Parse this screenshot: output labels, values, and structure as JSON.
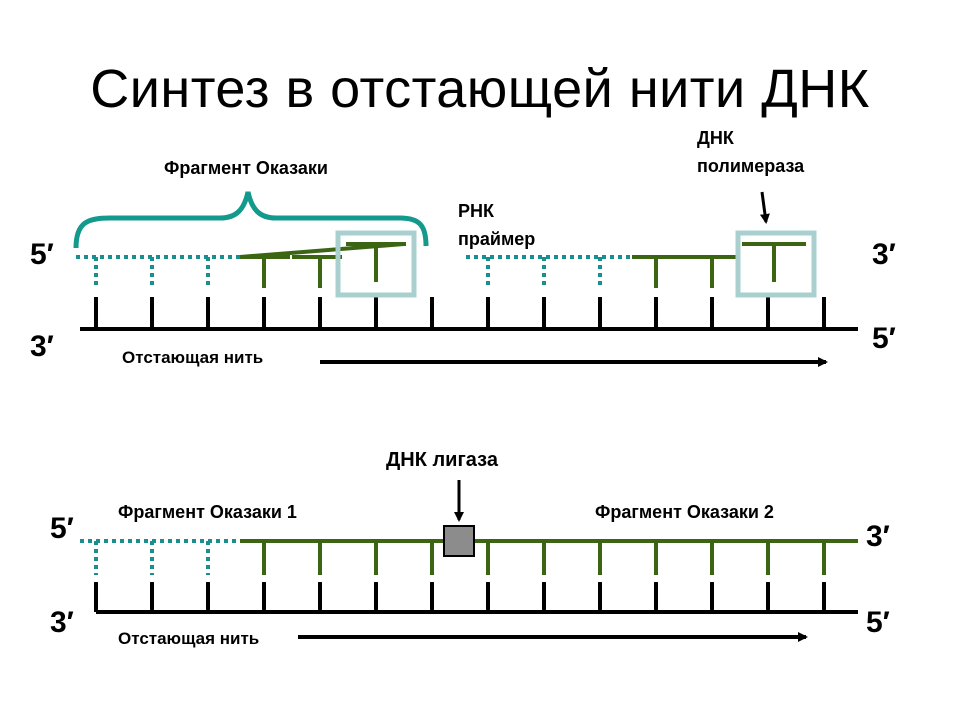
{
  "slide": {
    "title": "Синтез в отстающей нити ДНК"
  },
  "top_diagram": {
    "okazaki_label": "Фрагмент Оказаки",
    "polymerase_label_1": "ДНК",
    "polymerase_label_2": "полимераза",
    "primer_label_1": "РНК",
    "primer_label_2": "праймер",
    "strand_label": "Отстающая нить",
    "end_5_top": "5′",
    "end_3_top": "3′",
    "end_3_bottom": "3′",
    "end_5_bottom": "5′"
  },
  "bottom_diagram": {
    "ligase_label": "ДНК лигаза",
    "fragment1_label": "Фрагмент Оказаки 1",
    "fragment2_label": "Фрагмент Оказаки 2",
    "strand_label": "Отстающая нить",
    "end_5_top": "5′",
    "end_3_top": "3′",
    "end_3_bottom": "3′",
    "end_5_bottom": "5′"
  },
  "colors": {
    "dna_green": "#3b6413",
    "rna_teal": "#1a8f8f",
    "brace_teal": "#149a8c",
    "polymerase_box": "#a9d0cf",
    "ligase_box": "#8c8c8c"
  },
  "icons": [
    "okazaki-brace",
    "dna-polymerase-box",
    "dna-ligase-box",
    "arrow-down-icon",
    "arrow-right-icon"
  ]
}
